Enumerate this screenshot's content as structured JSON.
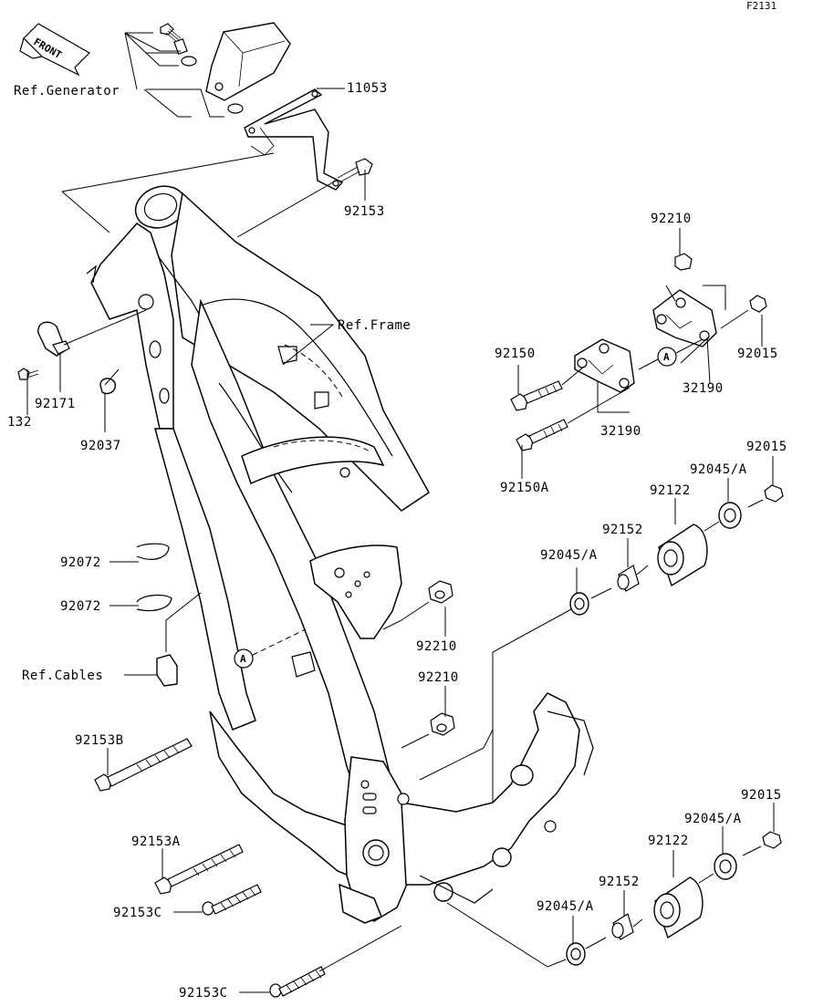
{
  "figure_code": "F2131",
  "front_badge": "FRONT",
  "references": {
    "generator": "Ref.Generator",
    "frame": "Ref.Frame",
    "cables": "Ref.Cables"
  },
  "callout_marker": "A",
  "part_labels": {
    "p11053": "11053",
    "p92153_top": "92153",
    "p92171": "92171",
    "p132": "132",
    "p92037": "92037",
    "p92072_a": "92072",
    "p92072_b": "92072",
    "p92153B": "92153B",
    "p92153A": "92153A",
    "p92153C_a": "92153C",
    "p92153C_b": "92153C",
    "p92210_top": "92210",
    "p92015_top": "92015",
    "p32190_right": "32190",
    "p92150": "92150",
    "p32190_left": "32190",
    "p92150A": "92150A",
    "p92015_mid": "92015",
    "p92045A_mid_r": "92045/A",
    "p92122_mid": "92122",
    "p92152_mid": "92152",
    "p92045A_mid_l": "92045/A",
    "p92210_mid1": "92210",
    "p92210_mid2": "92210",
    "p92015_bot": "92015",
    "p92045A_bot_r": "92045/A",
    "p92122_bot": "92122",
    "p92152_bot": "92152",
    "p92045A_bot_l": "92045/A"
  }
}
